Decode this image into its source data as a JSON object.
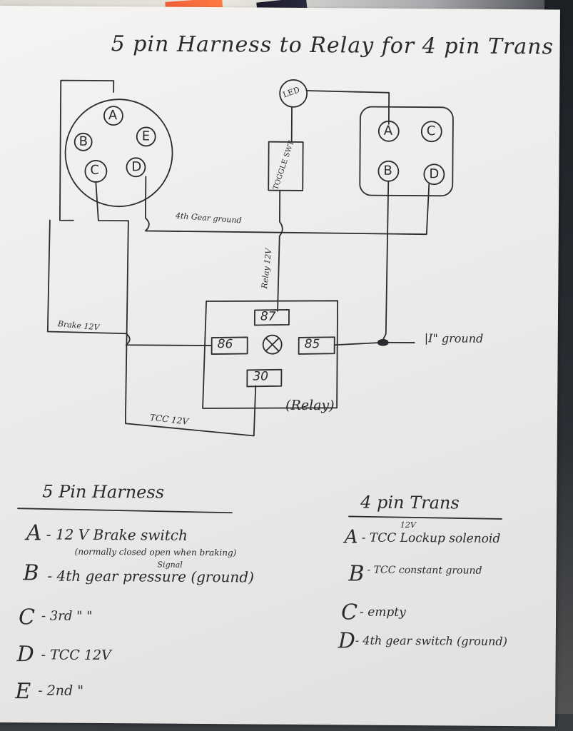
{
  "title": "5 pin Harness to Relay for 4 pin Trans",
  "harness_pins": [
    "A",
    "B",
    "C",
    "D",
    "E"
  ],
  "trans_pins": [
    "A",
    "B",
    "C",
    "D"
  ],
  "components": {
    "led": "LED",
    "toggle": "TOGGLE SWT",
    "relay_caption": "(Relay)",
    "relay_pins": [
      "87",
      "86",
      "85",
      "30"
    ]
  },
  "wire_labels": {
    "fourth_gear_ground": "4th Gear ground",
    "relay_12v": "Relay 12V",
    "brake_12v": "Brake 12V",
    "tcc_12v": "TCC 12V",
    "ground": "|I\" ground"
  },
  "legend_harness": {
    "heading": "5 Pin Harness",
    "items": [
      {
        "letter": "A",
        "text": "- 12 V Brake switch",
        "note": "(normally closed open when braking)"
      },
      {
        "letter": "B",
        "text": "- 4th gear pressure (ground)",
        "note": "Signal"
      },
      {
        "letter": "C",
        "text": "- 3rd  \"  \"",
        "note": ""
      },
      {
        "letter": "D",
        "text": "- TCC 12V",
        "note": ""
      },
      {
        "letter": "E",
        "text": "- 2nd \"",
        "note": ""
      }
    ]
  },
  "legend_trans": {
    "heading": "4 pin Trans",
    "items": [
      {
        "letter": "A",
        "text": "- TCC Lockup solenoid",
        "note": "12V"
      },
      {
        "letter": "B",
        "text": "- TCC constant ground",
        "note": ""
      },
      {
        "letter": "C",
        "text": "- empty",
        "note": ""
      },
      {
        "letter": "D",
        "text": "- 4th gear switch (ground)",
        "note": ""
      }
    ]
  }
}
